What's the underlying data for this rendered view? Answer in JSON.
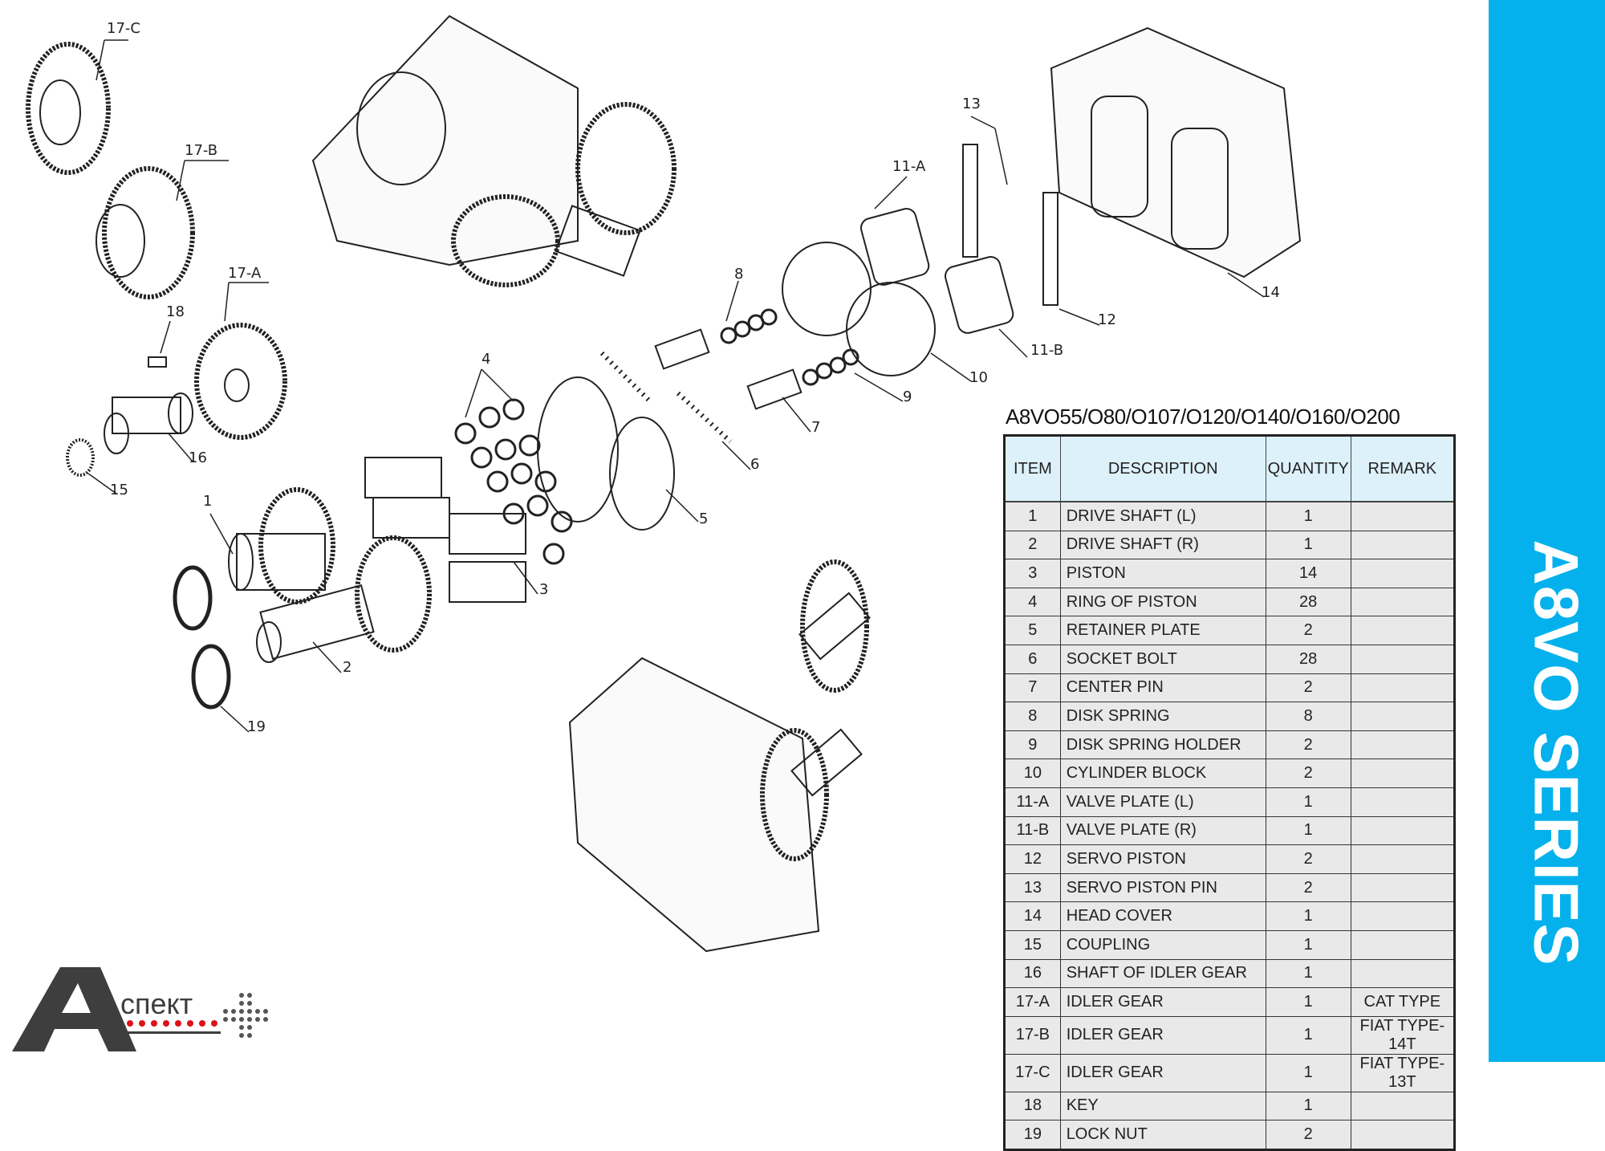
{
  "title": "A8VO55/O80/O107/O120/O140/O160/O200",
  "series_label": "A8VO SERIES",
  "brand_color": "#05b1ec",
  "logo": {
    "letter": "A",
    "text": "спект"
  },
  "callouts": [
    "17-C",
    "17-B",
    "17-A",
    "18",
    "16",
    "15",
    "1",
    "4",
    "8",
    "11-A",
    "13",
    "14",
    "12",
    "11-B",
    "10",
    "9",
    "7",
    "6",
    "5",
    "3",
    "2",
    "19"
  ],
  "table": {
    "headers": [
      "ITEM",
      "DESCRIPTION",
      "QUANTITY",
      "REMARK"
    ],
    "rows": [
      [
        "1",
        "DRIVE SHAFT (L)",
        "1",
        ""
      ],
      [
        "2",
        "DRIVE SHAFT (R)",
        "1",
        ""
      ],
      [
        "3",
        "PISTON",
        "14",
        ""
      ],
      [
        "4",
        "RING OF PISTON",
        "28",
        ""
      ],
      [
        "5",
        "RETAINER PLATE",
        "2",
        ""
      ],
      [
        "6",
        "SOCKET BOLT",
        "28",
        ""
      ],
      [
        "7",
        "CENTER PIN",
        "2",
        ""
      ],
      [
        "8",
        "DISK SPRING",
        "8",
        ""
      ],
      [
        "9",
        "DISK SPRING HOLDER",
        "2",
        ""
      ],
      [
        "10",
        "CYLINDER BLOCK",
        "2",
        ""
      ],
      [
        "11-A",
        "VALVE PLATE (L)",
        "1",
        ""
      ],
      [
        "11-B",
        "VALVE PLATE (R)",
        "1",
        ""
      ],
      [
        "12",
        "SERVO PISTON",
        "2",
        ""
      ],
      [
        "13",
        "SERVO PISTON PIN",
        "2",
        ""
      ],
      [
        "14",
        "HEAD COVER",
        "1",
        ""
      ],
      [
        "15",
        "COUPLING",
        "1",
        ""
      ],
      [
        "16",
        "SHAFT OF IDLER GEAR",
        "1",
        ""
      ],
      [
        "17-A",
        "IDLER GEAR",
        "1",
        "CAT TYPE"
      ],
      [
        "17-B",
        "IDLER GEAR",
        "1",
        "FIAT TYPE-14T"
      ],
      [
        "17-C",
        "IDLER GEAR",
        "1",
        "FIAT TYPE-13T"
      ],
      [
        "18",
        "KEY",
        "1",
        ""
      ],
      [
        "19",
        "LOCK NUT",
        "2",
        ""
      ]
    ]
  }
}
